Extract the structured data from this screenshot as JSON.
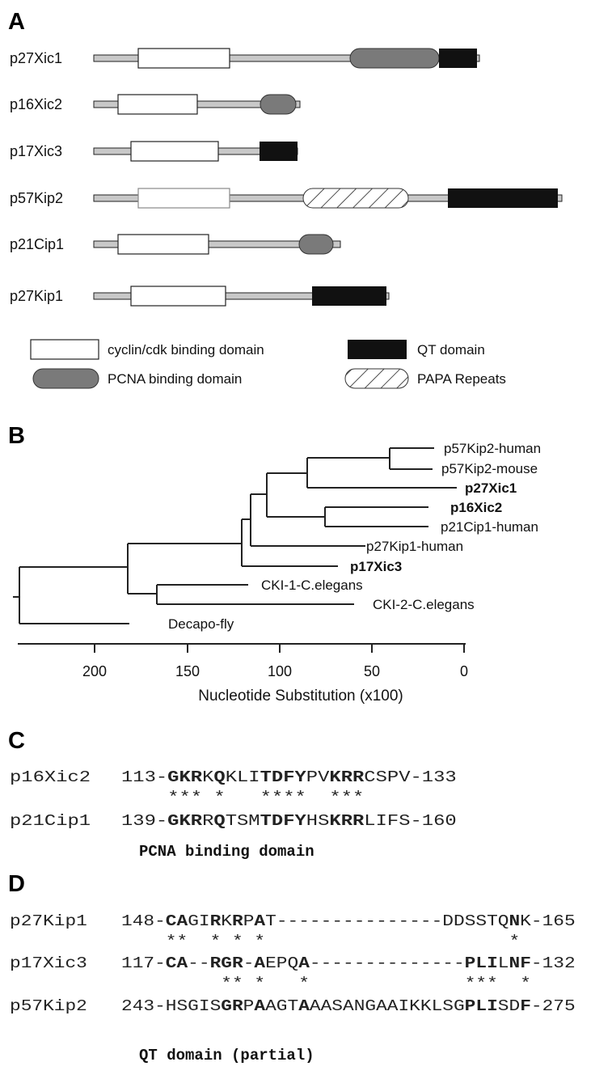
{
  "panels": {
    "a": "A",
    "b": "B",
    "c": "C",
    "d": "D"
  },
  "panel_a": {
    "proteins": [
      "p27Xic1",
      "p16Xic2",
      "p17Xic3",
      "p57Kip2",
      "p21Cip1",
      "p27Kip1"
    ],
    "legend": {
      "cyclin": "cyclin/cdk binding domain",
      "qt": "QT domain",
      "pcna": "PCNA binding domain",
      "papa": "PAPA Repeats"
    },
    "colors": {
      "line": "#c8c8c8",
      "pcna": "#7a7a7a",
      "qt": "#111111",
      "box": "#ffffff"
    }
  },
  "panel_b": {
    "tips": [
      {
        "label": "p57Kip2-human",
        "bold": false
      },
      {
        "label": "p57Kip2-mouse",
        "bold": false
      },
      {
        "label": "p27Xic1",
        "bold": true
      },
      {
        "label": "p16Xic2",
        "bold": true
      },
      {
        "label": "p21Cip1-human",
        "bold": false
      },
      {
        "label": "p27Kip1-human",
        "bold": false
      },
      {
        "label": "p17Xic3",
        "bold": true
      },
      {
        "label": "CKI-1-C.elegans",
        "bold": false
      },
      {
        "label": "CKI-2-C.elegans",
        "bold": false
      },
      {
        "label": "Decapo-fly",
        "bold": false
      }
    ],
    "axis_ticks": [
      "200",
      "150",
      "100",
      "50",
      "0"
    ],
    "xlabel": "Nucleotide Substitution (x100)"
  },
  "panel_c": {
    "rows": [
      {
        "name": "p16Xic2",
        "seq": [
          [
            "113-",
            0
          ],
          [
            "GKR",
            1
          ],
          [
            "K",
            0
          ],
          [
            "Q",
            1
          ],
          [
            "KLI",
            0
          ],
          [
            "TDFY",
            1
          ],
          [
            "PV",
            0
          ],
          [
            "KRR",
            1
          ],
          [
            "CSPV-133",
            0
          ]
        ]
      },
      {
        "stars": "    *** *   ****  ***"
      },
      {
        "name": "p21Cip1",
        "seq": [
          [
            "139-",
            0
          ],
          [
            "GKR",
            1
          ],
          [
            "R",
            0
          ],
          [
            "Q",
            1
          ],
          [
            "TSM",
            0
          ],
          [
            "TDFY",
            1
          ],
          [
            "HS",
            0
          ],
          [
            "KRR",
            1
          ],
          [
            "LIFS-160",
            0
          ]
        ]
      }
    ],
    "caption": "PCNA binding domain"
  },
  "panel_d": {
    "rows": [
      {
        "name": "p27Kip1",
        "seq": [
          [
            "148-",
            0
          ],
          [
            "CA",
            1
          ],
          [
            "GI",
            0
          ],
          [
            "R",
            1
          ],
          [
            "K",
            0
          ],
          [
            "R",
            1
          ],
          [
            "P",
            0
          ],
          [
            "A",
            1
          ],
          [
            "T---------------DDSSTQ",
            0
          ],
          [
            "N",
            1
          ],
          [
            "K-165",
            0
          ]
        ]
      },
      {
        "stars": "    **  * * *                      *"
      },
      {
        "name": "p17Xic3",
        "seq": [
          [
            "117-",
            0
          ],
          [
            "CA",
            1
          ],
          [
            "--",
            0
          ],
          [
            "RGR",
            1
          ],
          [
            "-",
            0
          ],
          [
            "A",
            1
          ],
          [
            "EPQ",
            0
          ],
          [
            "A",
            1
          ],
          [
            "--------------",
            0
          ],
          [
            "PLI",
            1
          ],
          [
            "L",
            0
          ],
          [
            "NF",
            1
          ],
          [
            "-132",
            0
          ]
        ]
      },
      {
        "stars": "         ** *   *              ***  *"
      },
      {
        "name": "p57Kip2",
        "seq": [
          [
            "243-HSGIS",
            0
          ],
          [
            "GR",
            1
          ],
          [
            "P",
            0
          ],
          [
            "A",
            1
          ],
          [
            "AGT",
            0
          ],
          [
            "A",
            1
          ],
          [
            "AASANGAAIKKLSG",
            0
          ],
          [
            "PLI",
            1
          ],
          [
            "SD",
            0
          ],
          [
            "F",
            1
          ],
          [
            "-275",
            0
          ]
        ]
      }
    ],
    "caption": "QT domain (partial)"
  }
}
